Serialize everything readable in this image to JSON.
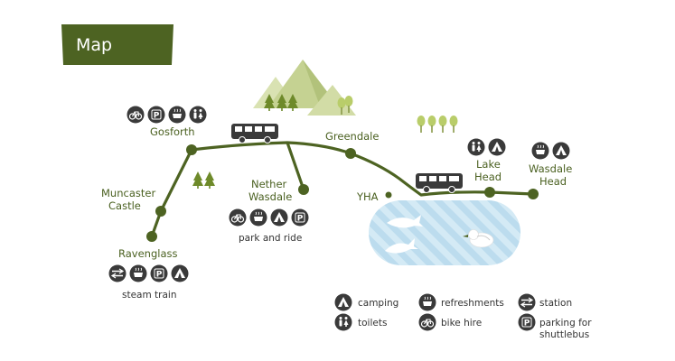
{
  "title": "Map",
  "places": {
    "gosforth": "Gosforth",
    "greendale": "Greendale",
    "muncaster_1": "Muncaster",
    "muncaster_2": "Castle",
    "nether_1": "Nether",
    "nether_2": "Wasdale",
    "yha": "YHA",
    "lake_head_1": "Lake",
    "lake_head_2": "Head",
    "wasdale_head_1": "Wasdale",
    "wasdale_head_2": "Head",
    "ravenglass": "Ravenglass"
  },
  "captions": {
    "park_and_ride": "park and ride",
    "steam_train": "steam train"
  },
  "legend": {
    "camping": "camping",
    "toilets": "toilets",
    "refreshments": "refreshments",
    "bike_hire": "bike hire",
    "station": "station",
    "parking_1": "parking for",
    "parking_2": "shuttlebus"
  },
  "icons": {
    "parking_letter": "P"
  },
  "colors": {
    "route": "#4d6322",
    "title_bg": "#4d6322",
    "icon_bg": "#3a3a3a",
    "lake": "#cfe7f3",
    "lake_stripe": "#b7d9ec",
    "mountain": "#c8d49a",
    "tree": "#6e8a2a",
    "tree_light": "#b9cd6a"
  }
}
